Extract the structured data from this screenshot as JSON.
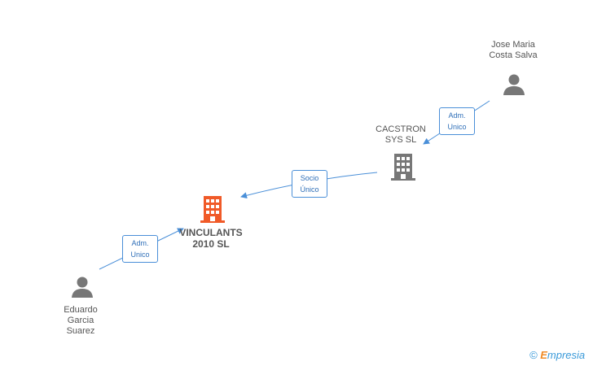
{
  "nodes": {
    "jose": {
      "line1": "Jose Maria",
      "line2": "Costa Salva",
      "type": "person"
    },
    "cacstron": {
      "line1": "CACSTRON",
      "line2": "SYS SL",
      "type": "company"
    },
    "vinculants": {
      "line1": "VINCULANTS",
      "line2": "2010 SL",
      "type": "company-focus"
    },
    "eduardo": {
      "line1": "Eduardo",
      "line2": "Garcia",
      "line3": "Suarez",
      "type": "person"
    }
  },
  "relations": [
    {
      "line1": "Adm.",
      "line2": "Unico"
    },
    {
      "line1": "Socio",
      "line2": "Único"
    },
    {
      "line1": "Adm.",
      "line2": "Unico"
    }
  ],
  "colors": {
    "edge": "#4a8fd8",
    "person_icon": "#777777",
    "company_icon": "#777777",
    "focus_company_icon": "#f05a28"
  },
  "watermark": {
    "symbol": "©",
    "initial": "E",
    "brand": "mpresia"
  }
}
